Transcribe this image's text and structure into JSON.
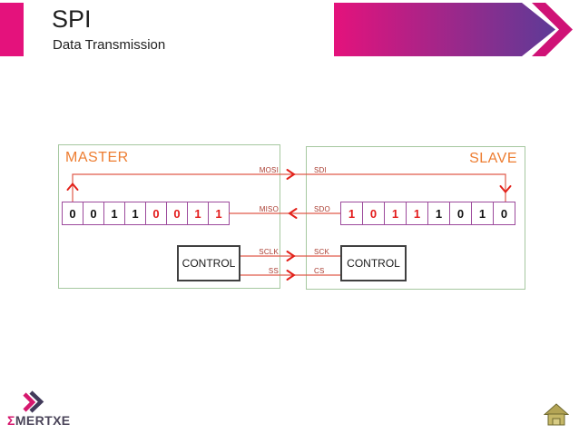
{
  "header": {
    "title": "SPI",
    "subtitle": "Data Transmission"
  },
  "diagram": {
    "master": {
      "label": "MASTER",
      "control": "CONTROL",
      "bits": [
        {
          "value": "0",
          "color": "black"
        },
        {
          "value": "0",
          "color": "black"
        },
        {
          "value": "1",
          "color": "black"
        },
        {
          "value": "1",
          "color": "black"
        },
        {
          "value": "0",
          "color": "red"
        },
        {
          "value": "0",
          "color": "red"
        },
        {
          "value": "1",
          "color": "red"
        },
        {
          "value": "1",
          "color": "red"
        }
      ]
    },
    "slave": {
      "label": "SLAVE",
      "control": "CONTROL",
      "bits": [
        {
          "value": "1",
          "color": "red"
        },
        {
          "value": "0",
          "color": "red"
        },
        {
          "value": "1",
          "color": "red"
        },
        {
          "value": "1",
          "color": "red"
        },
        {
          "value": "1",
          "color": "black"
        },
        {
          "value": "0",
          "color": "black"
        },
        {
          "value": "1",
          "color": "black"
        },
        {
          "value": "0",
          "color": "black"
        }
      ]
    },
    "signals": [
      {
        "master_pin": "MOSI",
        "slave_pin": "SDI",
        "direction": "master-to-slave"
      },
      {
        "master_pin": "MISO",
        "slave_pin": "SDO",
        "direction": "slave-to-master"
      },
      {
        "master_pin": "SCLK",
        "slave_pin": "SCK",
        "direction": "master-to-slave"
      },
      {
        "master_pin": "SS",
        "slave_pin": "CS",
        "direction": "master-to-slave"
      }
    ]
  },
  "footer": {
    "logo_sigma": "Σ",
    "logo_name": "MERTXE",
    "home_icon": "home-icon"
  },
  "colors": {
    "accent_magenta": "#e4127c",
    "accent_purple": "#5d3b97",
    "unit_label_orange": "#ed7d31",
    "bit_red": "#e31a1a",
    "wire_red": "#e05a4a",
    "arrow_red": "#e3211a",
    "box_green": "#a6c8a0",
    "register_purple": "#9c4a9c"
  }
}
